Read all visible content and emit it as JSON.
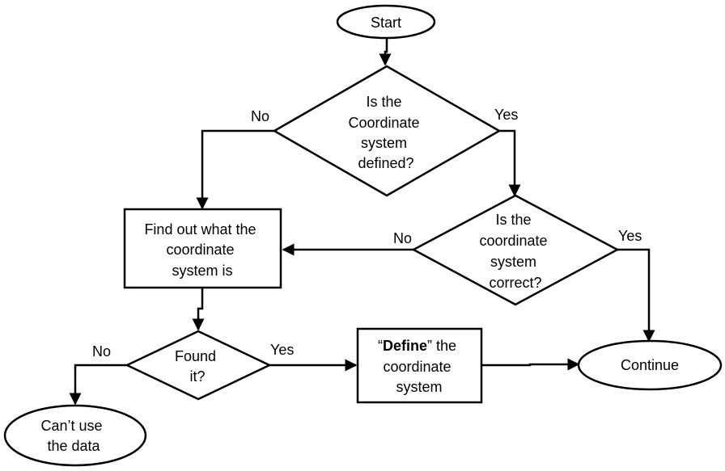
{
  "diagram": {
    "nodes": {
      "start": {
        "lines": [
          "Start"
        ]
      },
      "coord_defined": {
        "lines": [
          "Is the",
          "Coordinate",
          "system",
          "defined?"
        ]
      },
      "coord_correct": {
        "lines": [
          "Is the",
          "coordinate",
          "system",
          "correct?"
        ]
      },
      "find_out": {
        "lines": [
          "Find out what the",
          "coordinate",
          "system is"
        ]
      },
      "found_it": {
        "lines": [
          "Found",
          "it?"
        ]
      },
      "define": {
        "line1": {
          "open_quote": "“",
          "bold_word": "Define",
          "rest": "” the"
        },
        "lines": [
          "coordinate",
          "system"
        ]
      },
      "continue": {
        "lines": [
          "Continue"
        ]
      },
      "cant_use": {
        "lines": [
          "Can’t use",
          "the data"
        ]
      }
    },
    "edges": {
      "defined_no": "No",
      "defined_yes": "Yes",
      "correct_no": "No",
      "correct_yes": "Yes",
      "found_no": "No",
      "found_yes": "Yes"
    }
  }
}
